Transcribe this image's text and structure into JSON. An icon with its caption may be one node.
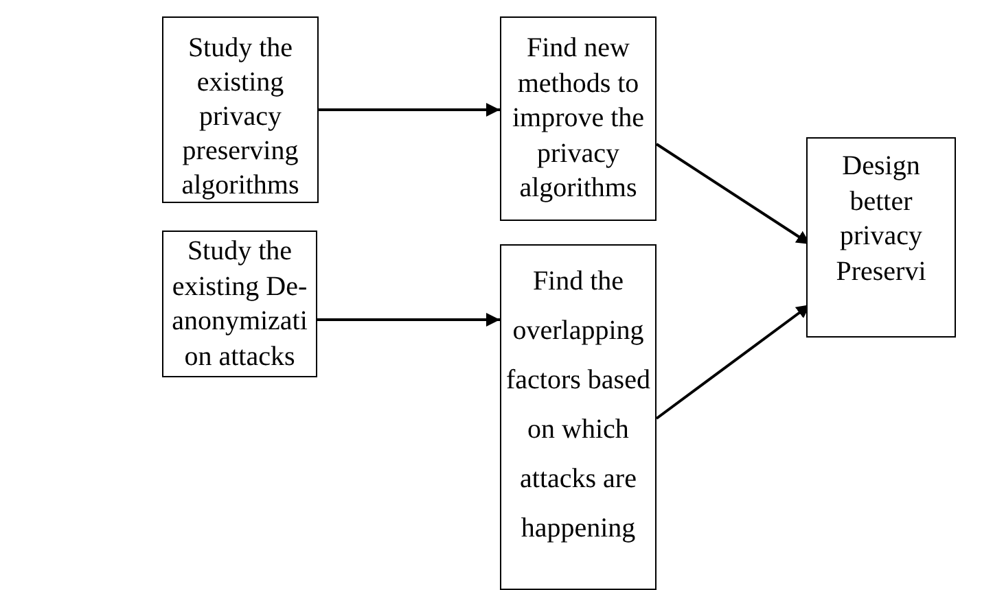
{
  "diagram": {
    "nodes": [
      {
        "text": [
          "Study the existing privacy preserving algorithms"
        ]
      },
      {
        "text": [
          "Find new methods to improve the privacy algorithms"
        ]
      },
      {
        "text": [
          "Study the existing De-anonymizati on attacks"
        ]
      },
      {
        "text": [
          "Find the overlapping factors based on which attacks are happening"
        ]
      },
      {
        "text": [
          "Design better privacy Preservi"
        ]
      }
    ],
    "edges": [
      {
        "from": 0,
        "to": 1,
        "arrow": "to"
      },
      {
        "from": 1,
        "to": 4,
        "arrow": "to"
      },
      {
        "from": 2,
        "to": 3,
        "arrow": "to"
      },
      {
        "from": 3,
        "to": 4,
        "arrow": "to"
      }
    ]
  }
}
